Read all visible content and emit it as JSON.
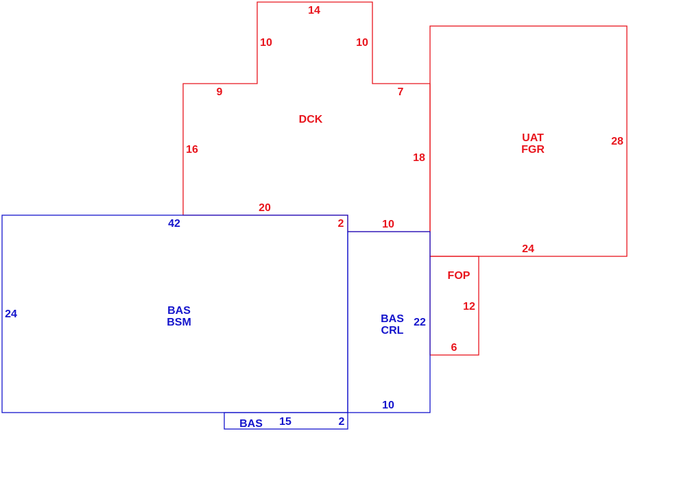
{
  "colors": {
    "upper": "#e8141c",
    "lower": "#1414cc",
    "background": "#ffffff"
  },
  "areas": {
    "dck": {
      "code": "DCK",
      "dimensions": [
        "14",
        "10",
        "10",
        "9",
        "7",
        "16",
        "18",
        "20"
      ]
    },
    "uat_fgr": {
      "code1": "UAT",
      "code2": "FGR",
      "dimensions": [
        "28",
        "24"
      ]
    },
    "fop": {
      "code": "FOP",
      "dimensions": [
        "12",
        "6"
      ]
    },
    "bas_bsm": {
      "code1": "BAS",
      "code2": "BSM",
      "dimensions": [
        "42",
        "24",
        "2"
      ]
    },
    "bas_crl": {
      "code1": "BAS",
      "code2": "CRL",
      "dimensions": [
        "10",
        "22",
        "10"
      ]
    },
    "bas_small": {
      "code": "BAS",
      "dimensions": [
        "15",
        "2"
      ]
    }
  }
}
